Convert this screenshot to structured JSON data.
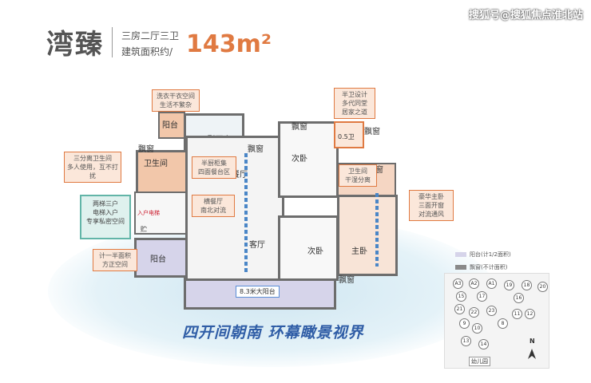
{
  "watermark": "搜狐号@搜狐焦点淮北站",
  "header": {
    "title": "湾臻",
    "layout": "三房二厅三卫",
    "area_label": "建筑面积约/",
    "area_value": "143m²"
  },
  "rooms": {
    "balcony_top": "阳台",
    "bay_window_1": "飘窗",
    "u_kitchen": "U型厨房",
    "bay_window_2": "飘窗",
    "bay_window_3": "飘窗",
    "bay_window_4": "飘窗",
    "bay_window_5": "飘窗",
    "bay_window_6": "飘窗",
    "bathroom_half": "0.5卫",
    "bathroom": "卫生间",
    "bedroom_2a": "次卧",
    "dining": "餐厅",
    "living": "客厅",
    "bedroom_2b": "次卧",
    "master": "主卧",
    "balcony_bottom": "阳台",
    "entry": "入户电梯",
    "storage": "贮",
    "big_balcony": "8.3米大阳台"
  },
  "callouts": {
    "laundry": "洗衣干衣空间\n生活不繁杂",
    "half_bath": "半卫设计\n多代同堂\n居家之道",
    "three_bath": "三分离卫生间\n多人使用，互不打扰",
    "kitchen_cabinet": "半厨柜集\n四面餐台区",
    "dining_living": "横餐厅\n南北对流",
    "master_bath": "卫生间\n干湿分离",
    "master_suite": "豪华主卧\n三面开窗\n对流通风",
    "elevator": "两梯三户\n电梯入户\n专享私密空间",
    "balcony_note": "计一半面积\n方正空间"
  },
  "slogan": "四开间朝南 环幕瞰景视界",
  "legend": {
    "balcony_item": "阳台(计1/2面积)",
    "bay_item": "飘窗(不计面积)"
  },
  "site_map": {
    "buildings": [
      "A3",
      "A2",
      "A1",
      "19",
      "18",
      "15",
      "20",
      "17",
      "16",
      "21",
      "22",
      "23",
      "8",
      "9",
      "10",
      "11",
      "12",
      "13",
      "14"
    ],
    "kindergarten": "幼儿园",
    "north": "N"
  },
  "colors": {
    "accent_orange": "#e07a42",
    "teal": "#62b5a8",
    "blue": "#2f5da6",
    "lavender": "#d6d4ea"
  }
}
